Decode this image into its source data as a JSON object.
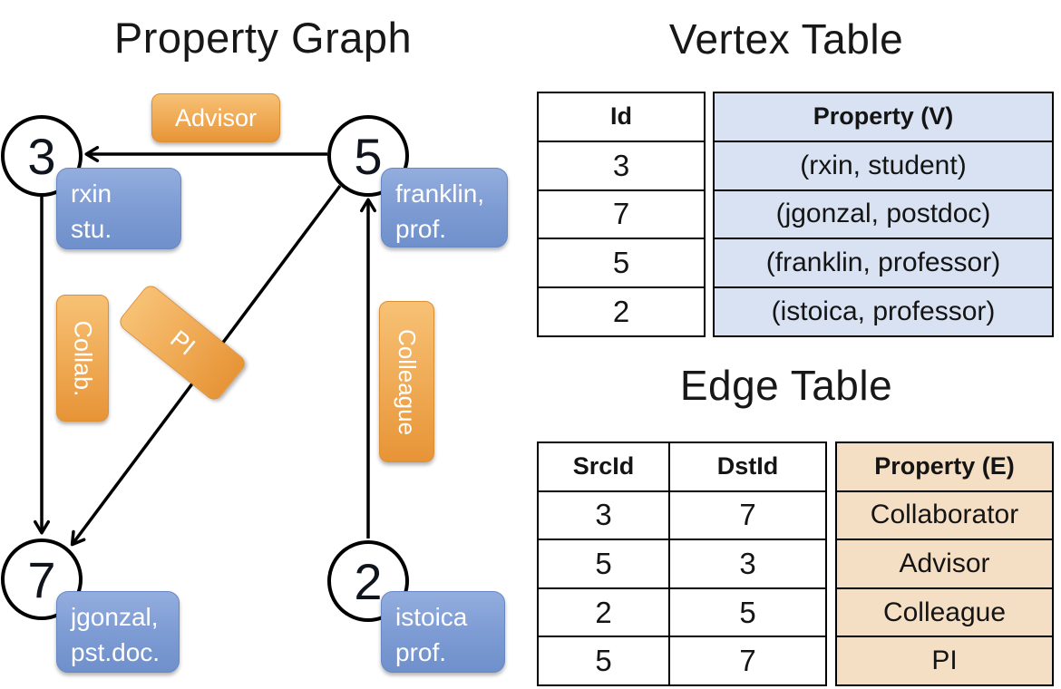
{
  "graph": {
    "title": "Property Graph",
    "nodes": [
      {
        "id": "3",
        "property": [
          "rxin",
          "stu."
        ]
      },
      {
        "id": "5",
        "property": [
          "franklin,",
          "prof."
        ]
      },
      {
        "id": "7",
        "property": [
          "jgonzal,",
          "pst.doc."
        ]
      },
      {
        "id": "2",
        "property": [
          "istoica",
          "prof."
        ]
      }
    ],
    "edges": [
      {
        "label": "Advisor",
        "from": "5",
        "to": "3"
      },
      {
        "label": "Collab.",
        "from": "3",
        "to": "7"
      },
      {
        "label": "PI",
        "from": "5",
        "to": "7"
      },
      {
        "label": "Colleague",
        "from": "2",
        "to": "5"
      }
    ]
  },
  "vertex_table": {
    "title": "Vertex Table",
    "columns": [
      "Id",
      "Property (V)"
    ],
    "rows": [
      [
        "3",
        "(rxin, student)"
      ],
      [
        "7",
        "(jgonzal, postdoc)"
      ],
      [
        "5",
        "(franklin, professor)"
      ],
      [
        "2",
        "(istoica, professor)"
      ]
    ]
  },
  "edge_table": {
    "title": "Edge Table",
    "columns": [
      "SrcId",
      "DstId",
      "Property (E)"
    ],
    "rows": [
      [
        "3",
        "7",
        "Collaborator"
      ],
      [
        "5",
        "3",
        "Advisor"
      ],
      [
        "2",
        "5",
        "Colleague"
      ],
      [
        "5",
        "7",
        "PI"
      ]
    ]
  },
  "colors": {
    "edge_label_fill_top": "#F7C175",
    "edge_label_fill_bottom": "#E79437",
    "vertex_label_fill_top": "#93ADDE",
    "vertex_label_fill_bottom": "#6F90CB",
    "vertex_property_column_bg": "#D9E2F2",
    "edge_property_column_bg": "#F5DFC4",
    "table_border": "#000000",
    "edge_stroke": "#000000"
  }
}
